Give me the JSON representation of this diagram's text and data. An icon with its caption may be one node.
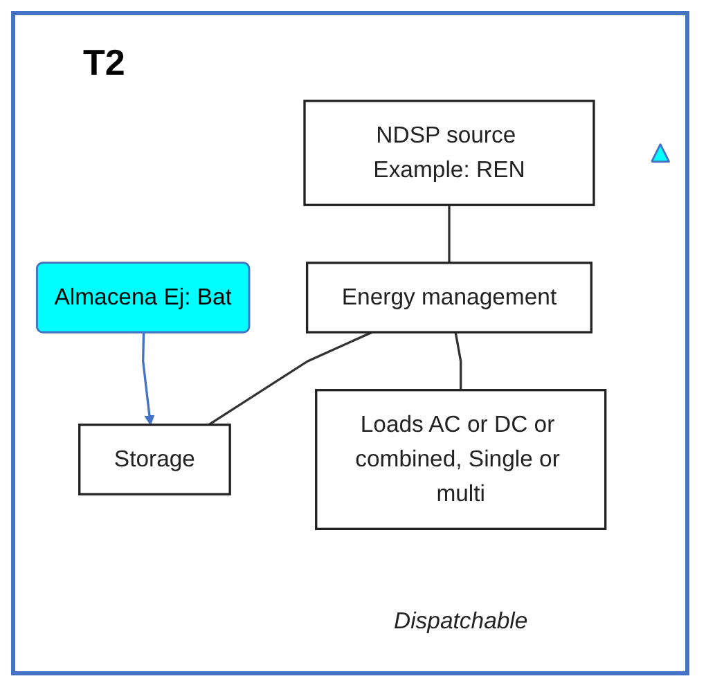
{
  "diagram": {
    "title": "T2",
    "nodes": [
      {
        "text": [
          "NDSP source Example: REN"
        ]
      },
      {
        "text": [
          "Energy management"
        ]
      },
      {
        "text": [
          "Storage"
        ]
      },
      {
        "text": [
          "Loads AC or DC or combined, Single or multi"
        ],
        "beside": [
          "Dispatchable"
        ]
      },
      {
        "text": [
          "Almacena Ej: Bat"
        ]
      },
      {
        "text": [],
        "shape": "triangle"
      }
    ],
    "edges": [
      {
        "from": 0,
        "to": 1,
        "arrow": "none"
      },
      {
        "from": 1,
        "to": 2,
        "arrow": "none"
      },
      {
        "from": 1,
        "to": 3,
        "arrow": "none"
      },
      {
        "from": 4,
        "to": 2,
        "arrow": "to",
        "color": "#4472c4"
      }
    ]
  }
}
